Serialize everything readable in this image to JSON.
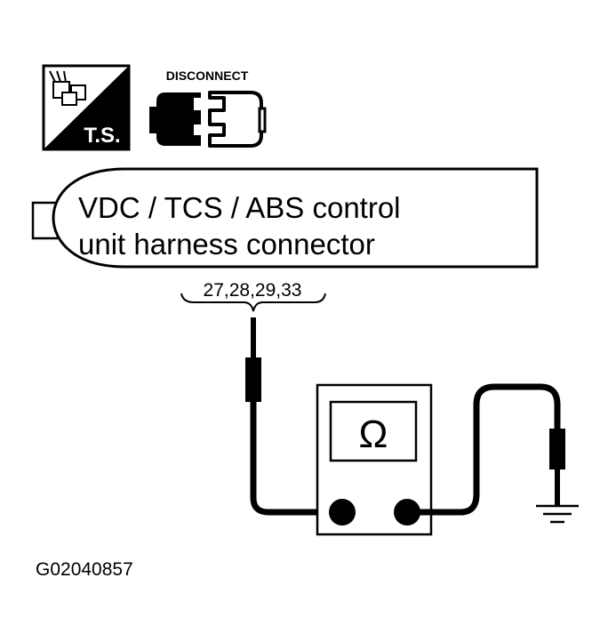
{
  "icons": {
    "ts_label": "T.S.",
    "disconnect_label": "DISCONNECT",
    "ts_icon": "test-harness-icon",
    "disconnect_icon": "connector-disconnect-icon"
  },
  "connector": {
    "line1": "VDC / TCS / ABS control",
    "line2": "unit harness connector",
    "terminals": "27,28,29,33"
  },
  "meter": {
    "symbol": "Ω",
    "icon": "ohmmeter-icon"
  },
  "ground_icon": "ground-icon",
  "figure_id": "G02040857"
}
